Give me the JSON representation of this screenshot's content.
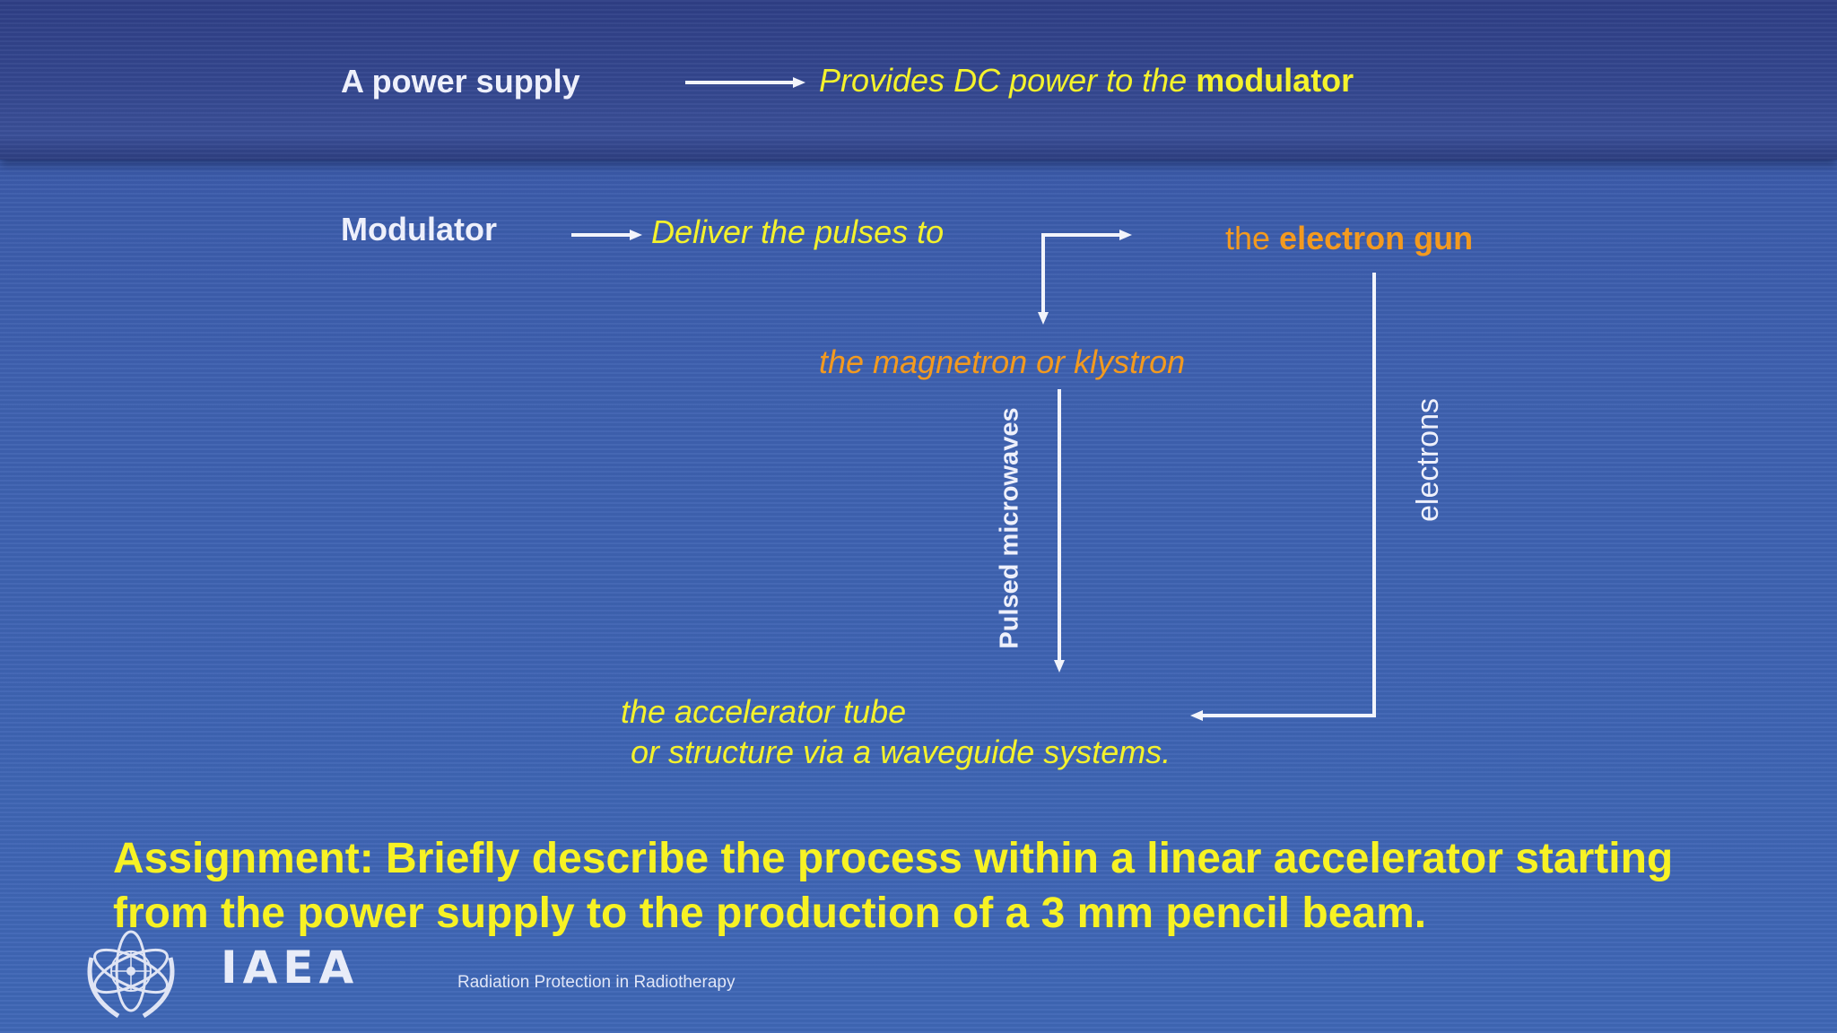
{
  "slide": {
    "power_supply": {
      "label": "A power supply",
      "desc_prefix": "Provides DC power to the ",
      "desc_strong": "modulator"
    },
    "modulator": {
      "label": "Modulator",
      "desc": "Deliver the pulses to"
    },
    "electron_gun": {
      "prefix": "the ",
      "strong": "electron gun"
    },
    "magnetron": "the magnetron or klystron",
    "pulsed_microwaves": "Pulsed microwaves",
    "electrons": "electrons",
    "accelerator": {
      "line1": "the accelerator tube",
      "line2": "or structure via a waveguide systems."
    },
    "assignment": {
      "line1": "Assignment: Briefly describe the process within a linear accelerator starting",
      "line2": "from the power supply to the production of a 3 mm pencil beam."
    }
  },
  "footer": {
    "logo": "IAEA",
    "caption": "Radiation Protection in Radiotherapy"
  },
  "colors": {
    "label_white": "#eef0fb",
    "text_yellow": "#f4f22c",
    "text_orange": "#f39a1f"
  },
  "icons": [
    "iaea-emblem-icon",
    "arrow-right-icon",
    "arrow-down-icon",
    "arrow-left-icon"
  ]
}
